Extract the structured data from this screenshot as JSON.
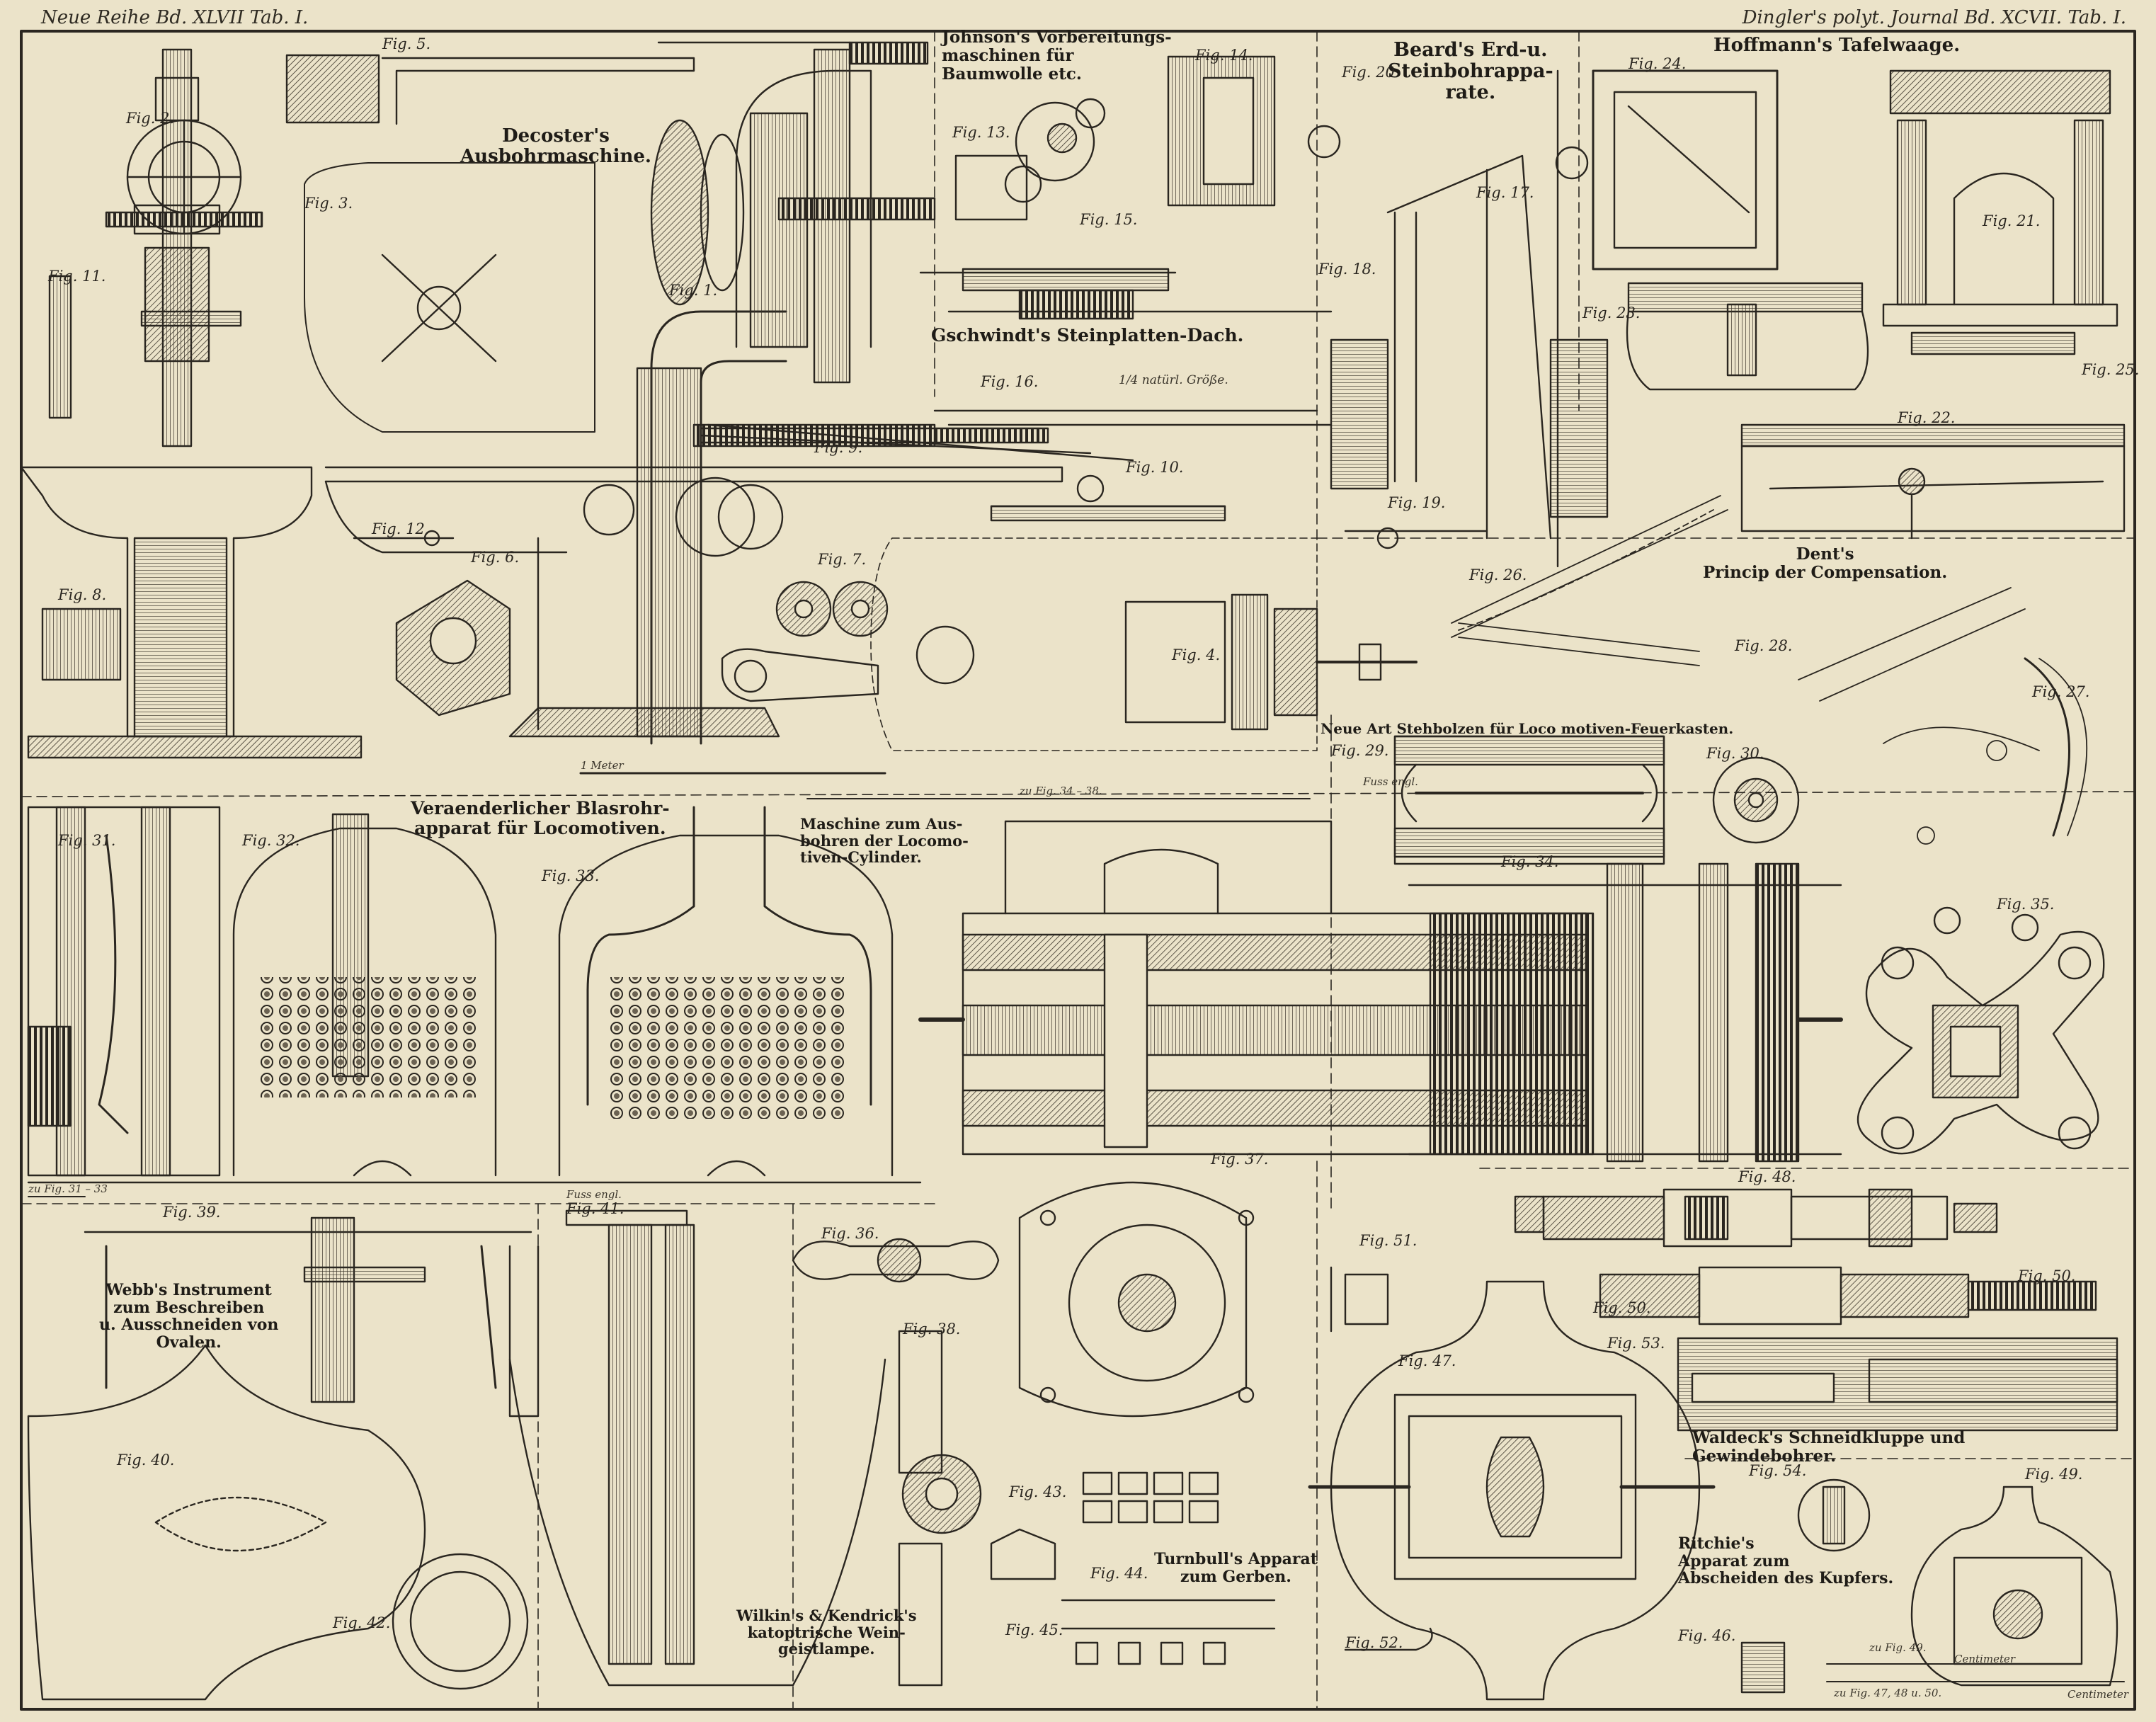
{
  "header": {
    "left": "Neue Reihe Bd. XLVII Tab. I.",
    "right": "Dingler's polyt. Journal Bd. XCVII. Tab. I."
  },
  "titles": {
    "decoster": "Decoster's\nAusbohrmaschine.",
    "johnson": "Johnson's Vorbereitungs-\nmaschinen für\nBaumwolle etc.",
    "beard": "Beard's Erd-u.\nSteinbohrappa-\nrate.",
    "hoffmann": "Hoffmann's Tafelwaage.",
    "gschwindt": "Gschwindt's Steinplatten-Dach.",
    "dent": "Dent's\nPrincip der Compensation.",
    "neue_art": "Neue      Art Stehbolzen für Loco      motiven-Feuerkasten.",
    "blasrohr": "Veraenderlicher Blasrohr-\napparat für Locomotiven.",
    "maschine_ausbohren": "Maschine zum Aus-\nbohren der Locomo-\ntiven-Cylinder.",
    "webb": "Webb's Instrument\nzum Beschreiben\nu. Ausschneiden von\nOvalen.",
    "wilkin": "Wilkin's & Kendrick's\nkatoptrische Wein-\ngeistlampe.",
    "turnbull": "Turnbull's Apparat\nzum Gerben.",
    "waldeck": "Waldeck's Schneidkluppe und\nGewindebohrer.",
    "ritchie": "Ritchie's\nApparat zum\nAbscheiden des Kupfers."
  },
  "notes": {
    "natural_size": "1/4 natürl. Größe.",
    "meter": "1 Meter",
    "fuss_engl_top": "Fuss engl.",
    "fuss_engl_mid": "Fuss engl.",
    "scale_fig34": "zu Fig. 34 – 38.",
    "scale_fig31": "zu Fig. 31 – 33",
    "scale_fig49": "zu Fig. 49.",
    "centimeter_a": "Centimeter",
    "scale_fig47": "zu Fig. 47, 48 u. 50.",
    "centimeter_b": "Centimeter"
  },
  "figures": [
    "Fig. 1.",
    "Fig. 2.",
    "Fig. 3.",
    "Fig. 4.",
    "Fig. 5.",
    "Fig. 6.",
    "Fig. 7.",
    "Fig. 8.",
    "Fig. 9.",
    "Fig. 10.",
    "Fig. 11.",
    "Fig. 12.",
    "Fig. 13.",
    "Fig. 14.",
    "Fig. 15.",
    "Fig. 16.",
    "Fig. 17.",
    "Fig. 18.",
    "Fig. 19.",
    "Fig. 20.",
    "Fig. 21.",
    "Fig. 22.",
    "Fig. 23.",
    "Fig. 24.",
    "Fig. 25.",
    "Fig. 26.",
    "Fig. 27.",
    "Fig. 28.",
    "Fig. 29.",
    "Fig. 30.",
    "Fig. 31.",
    "Fig. 32.",
    "Fig. 33.",
    "Fig. 34.",
    "Fig. 35.",
    "Fig. 36.",
    "Fig. 37.",
    "Fig. 38.",
    "Fig. 39.",
    "Fig. 40.",
    "Fig. 41.",
    "Fig. 42.",
    "Fig. 43.",
    "Fig. 44.",
    "Fig. 45.",
    "Fig. 46.",
    "Fig. 47.",
    "Fig. 48.",
    "Fig. 49.",
    "Fig. 50.",
    "Fig. 50.",
    "Fig. 51.",
    "Fig. 52.",
    "Fig. 53.",
    "Fig. 54."
  ],
  "colors": {
    "paper": "#ebe3c9",
    "ink": "#2a2620"
  }
}
